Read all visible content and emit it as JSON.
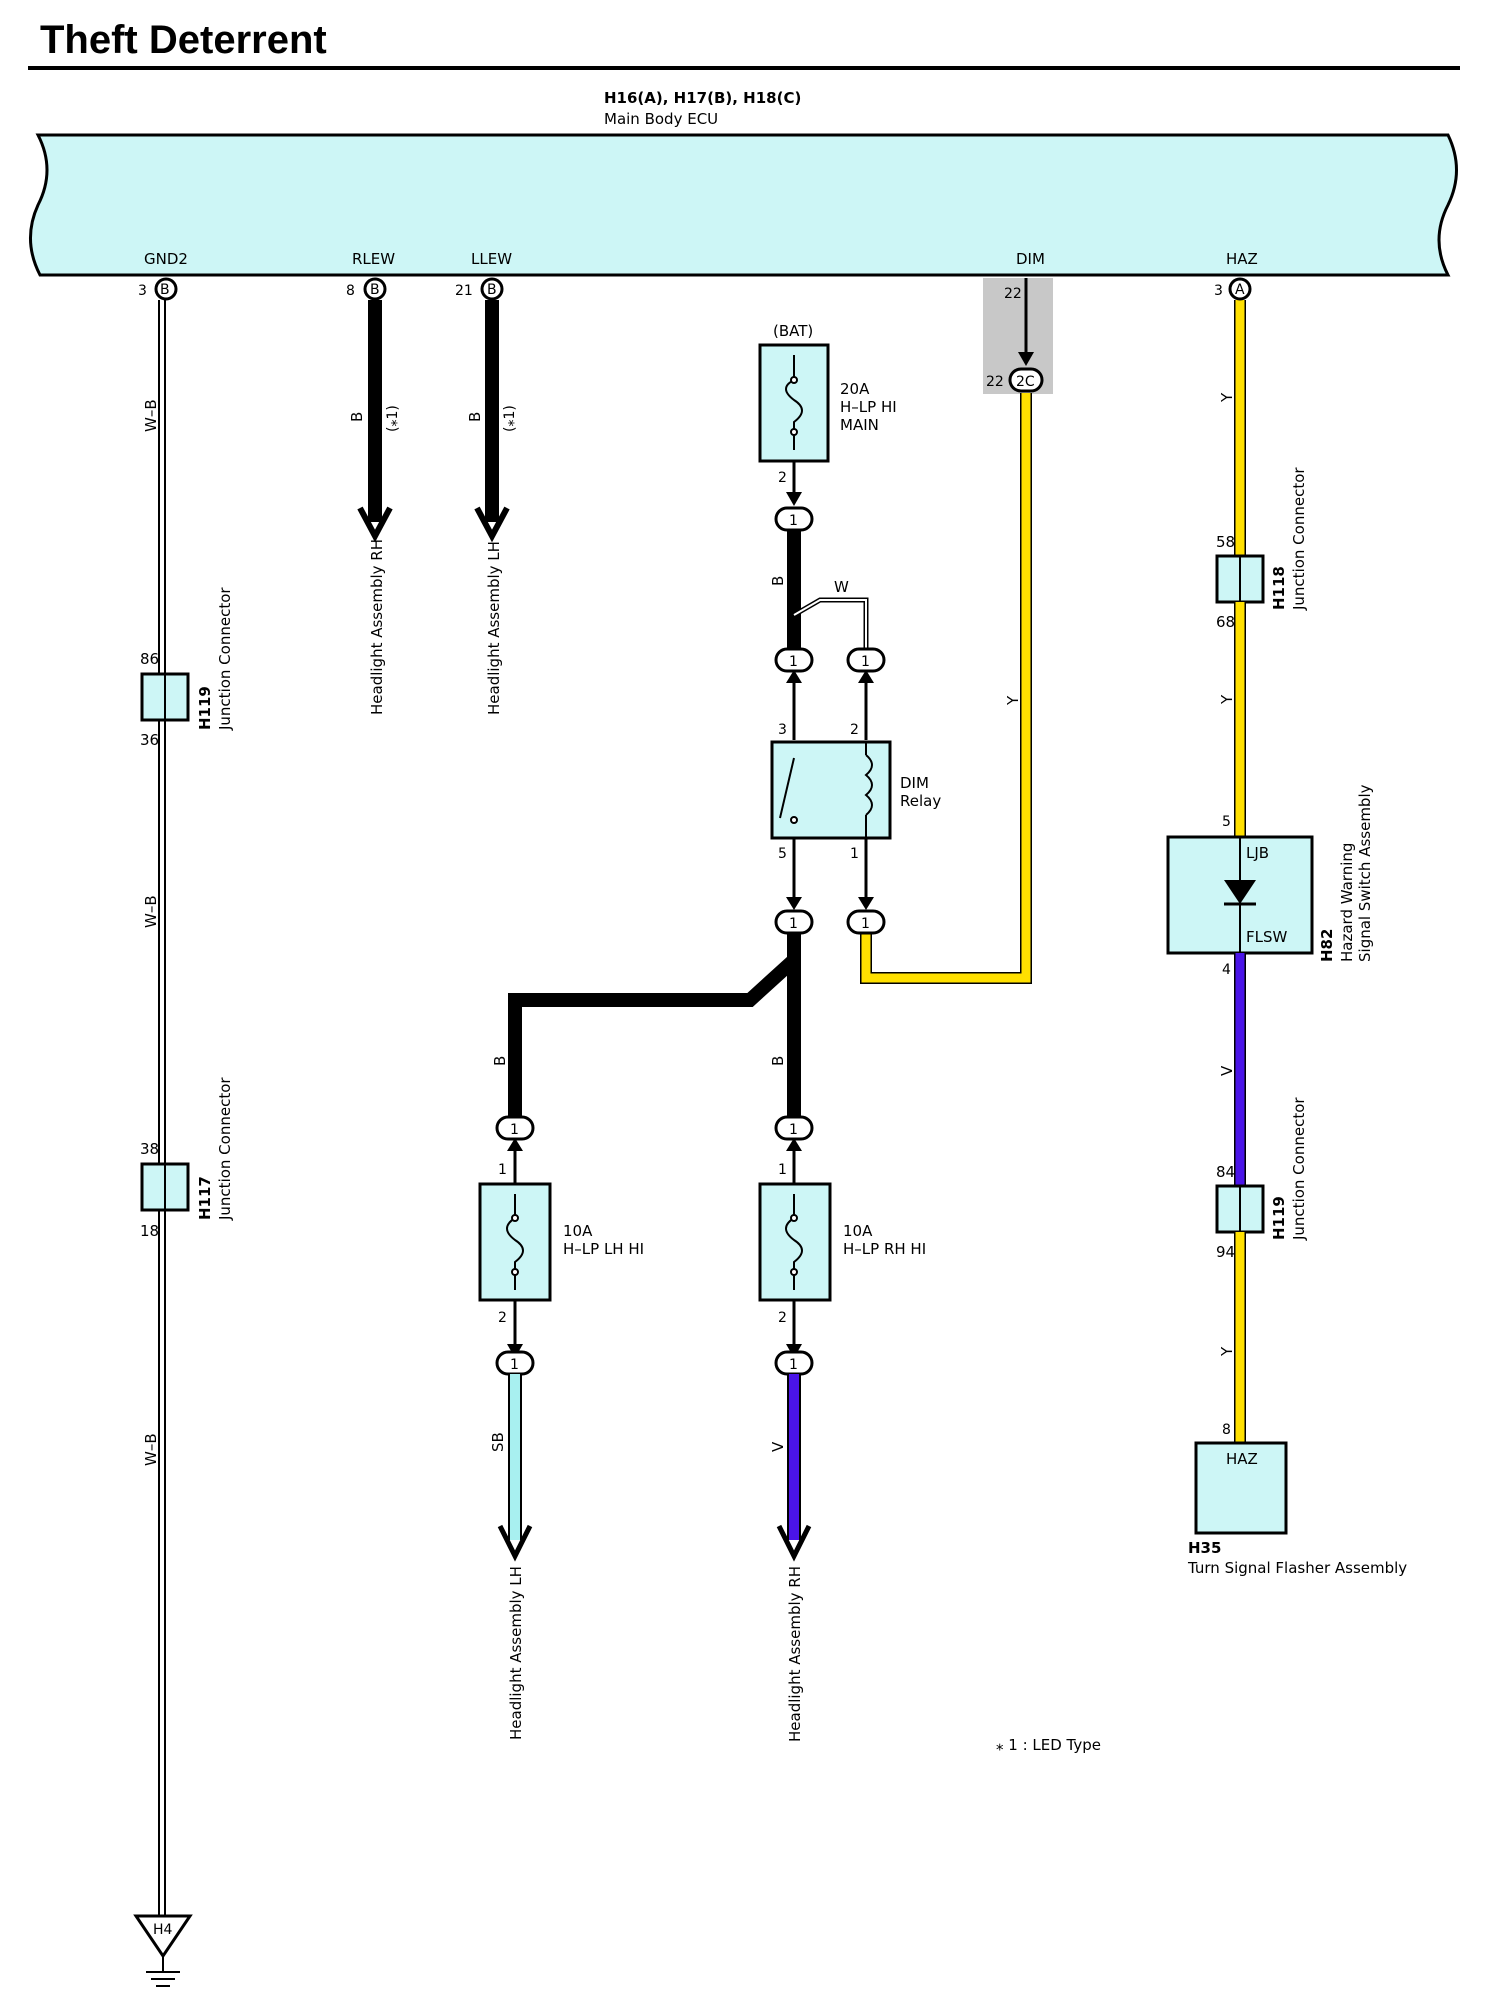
{
  "title": "Theft Deterrent",
  "ecu": {
    "connectors": "H16(A), H17(B), H18(C)",
    "name": "Main Body ECU",
    "pins": {
      "gnd2": {
        "label": "GND2",
        "num": "3",
        "conn": "B"
      },
      "rlew": {
        "label": "RLEW",
        "num": "8",
        "conn": "B"
      },
      "llew": {
        "label": "LLEW",
        "num": "21",
        "conn": "B"
      },
      "dim": {
        "label": "DIM",
        "num": "22"
      },
      "haz": {
        "label": "HAZ",
        "num": "3",
        "conn": "A"
      }
    }
  },
  "inline_connector": {
    "label": "2C",
    "num": "22"
  },
  "wires": {
    "wb": "W–B",
    "b": "B",
    "y": "Y",
    "w": "W",
    "v": "V",
    "sb": "SB",
    "note_ref": "(⁎1)"
  },
  "fuses": {
    "main": {
      "source": "(BAT)",
      "line1": "20A",
      "line2": "H–LP HI",
      "line3": "MAIN",
      "pin_out": "2"
    },
    "lh": {
      "line1": "10A",
      "line2": "H–LP LH HI",
      "pin_in": "1",
      "pin_out": "2"
    },
    "rh": {
      "line1": "10A",
      "line2": "H–LP RH HI",
      "pin_in": "1",
      "pin_out": "2"
    }
  },
  "relay": {
    "line1": "DIM",
    "line2": "Relay",
    "pin3": "3",
    "pin2": "2",
    "pin5": "5",
    "pin1": "1"
  },
  "jb_pin": "1",
  "junctions": {
    "h119_left": {
      "id": "H119",
      "name": "Junction Connector",
      "pin_top": "86",
      "pin_bottom": "36"
    },
    "h117": {
      "id": "H117",
      "name": "Junction Connector",
      "pin_top": "38",
      "pin_bottom": "18"
    },
    "h118": {
      "id": "H118",
      "name": "Junction Connector",
      "pin_top": "58",
      "pin_bottom": "68"
    },
    "h119_right": {
      "id": "H119",
      "name": "Junction Connector",
      "pin_top": "84",
      "pin_bottom": "94"
    }
  },
  "hazard_switch": {
    "id": "H82",
    "name1": "Hazard Warning",
    "name2": "Signal Switch Assembly",
    "ljb": "LJB",
    "flsw": "FLSW",
    "pin_top": "5",
    "pin_bottom": "4"
  },
  "flasher": {
    "id": "H35",
    "name": "Turn Signal Flasher Assembly",
    "label": "HAZ",
    "pin": "8"
  },
  "destinations": {
    "top_rh": "Headlight Assembly RH",
    "top_lh": "Headlight Assembly LH",
    "bottom_lh": "Headlight Assembly LH",
    "bottom_rh": "Headlight Assembly RH"
  },
  "ground": {
    "id": "H4"
  },
  "note": "⁎ 1 : LED Type",
  "colors": {
    "ecu_fill": "#cdf6f6",
    "yellow": "#ffe000",
    "violet": "#4a14e8",
    "sky_blue": "#a8f0f0",
    "black": "#000000",
    "gray_shade": "#c8c8c8"
  }
}
